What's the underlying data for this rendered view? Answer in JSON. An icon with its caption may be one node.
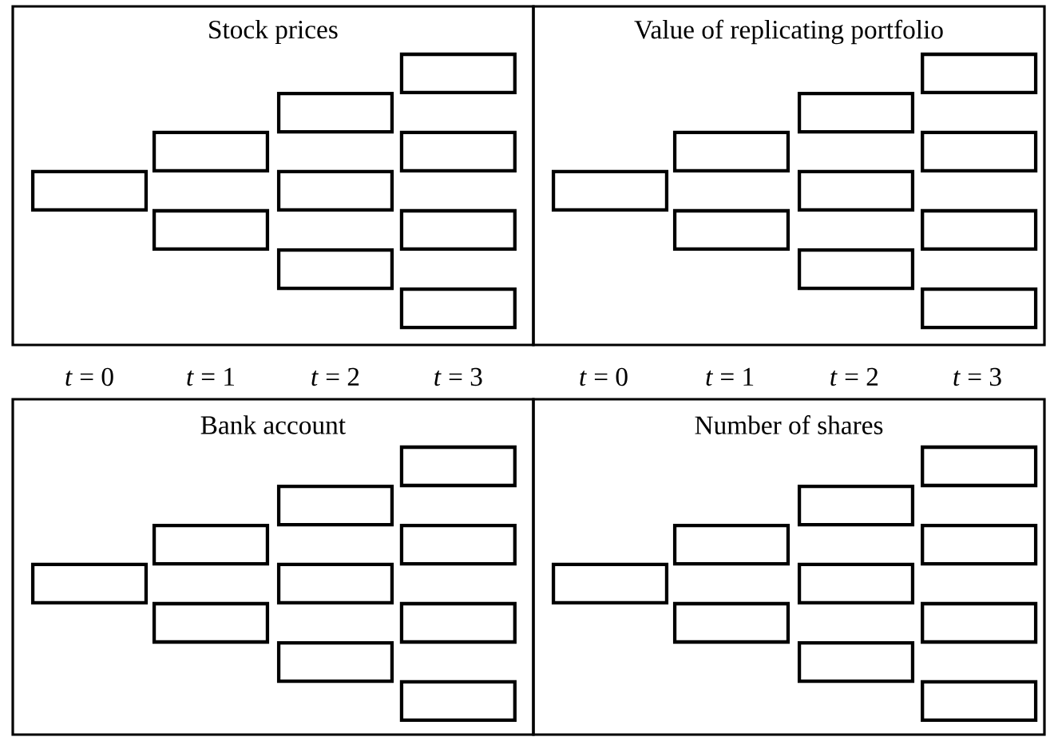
{
  "diagram": {
    "nodes": [
      {
        "text": [
          "Stock prices"
        ]
      },
      {
        "text": [],
        "shape": "box",
        "in": 0
      },
      {
        "text": [],
        "shape": "box",
        "in": 0
      },
      {
        "text": [],
        "shape": "box",
        "in": 0
      },
      {
        "text": [],
        "shape": "box",
        "in": 0
      },
      {
        "text": [],
        "shape": "box",
        "in": 0
      },
      {
        "text": [],
        "shape": "box",
        "in": 0
      },
      {
        "text": [],
        "shape": "box",
        "in": 0
      },
      {
        "text": [],
        "shape": "box",
        "in": 0
      },
      {
        "text": [],
        "shape": "box",
        "in": 0
      },
      {
        "text": [],
        "shape": "box",
        "in": 0
      },
      {
        "text": [
          "Value of replicating portfolio"
        ]
      },
      {
        "text": [],
        "shape": "box",
        "in": 11
      },
      {
        "text": [],
        "shape": "box",
        "in": 11
      },
      {
        "text": [],
        "shape": "box",
        "in": 11
      },
      {
        "text": [],
        "shape": "box",
        "in": 11
      },
      {
        "text": [],
        "shape": "box",
        "in": 11
      },
      {
        "text": [],
        "shape": "box",
        "in": 11
      },
      {
        "text": [],
        "shape": "box",
        "in": 11
      },
      {
        "text": [],
        "shape": "box",
        "in": 11
      },
      {
        "text": [],
        "shape": "box",
        "in": 11
      },
      {
        "text": [],
        "shape": "box",
        "in": 11
      },
      {
        "text": [
          "Bank account"
        ]
      },
      {
        "text": [],
        "shape": "box",
        "in": 22
      },
      {
        "text": [],
        "shape": "box",
        "in": 22
      },
      {
        "text": [],
        "shape": "box",
        "in": 22
      },
      {
        "text": [],
        "shape": "box",
        "in": 22
      },
      {
        "text": [],
        "shape": "box",
        "in": 22
      },
      {
        "text": [],
        "shape": "box",
        "in": 22
      },
      {
        "text": [],
        "shape": "box",
        "in": 22
      },
      {
        "text": [],
        "shape": "box",
        "in": 22
      },
      {
        "text": [],
        "shape": "box",
        "in": 22
      },
      {
        "text": [],
        "shape": "box",
        "in": 22
      },
      {
        "text": [
          "Number of shares"
        ]
      },
      {
        "text": [],
        "shape": "box",
        "in": 33
      },
      {
        "text": [],
        "shape": "box",
        "in": 33
      },
      {
        "text": [],
        "shape": "box",
        "in": 33
      },
      {
        "text": [],
        "shape": "box",
        "in": 33
      },
      {
        "text": [],
        "shape": "box",
        "in": 33
      },
      {
        "text": [],
        "shape": "box",
        "in": 33
      },
      {
        "text": [],
        "shape": "box",
        "in": 33
      },
      {
        "text": [],
        "shape": "box",
        "in": 33
      },
      {
        "text": [],
        "shape": "box",
        "in": 33
      },
      {
        "text": [],
        "shape": "box",
        "in": 33
      }
    ],
    "labels": [
      "*t* = 0",
      "*t* = 1",
      "*t* = 2",
      "*t* = 3",
      "*t* = 0",
      "*t* = 1",
      "*t* = 2",
      "*t* = 3"
    ]
  }
}
